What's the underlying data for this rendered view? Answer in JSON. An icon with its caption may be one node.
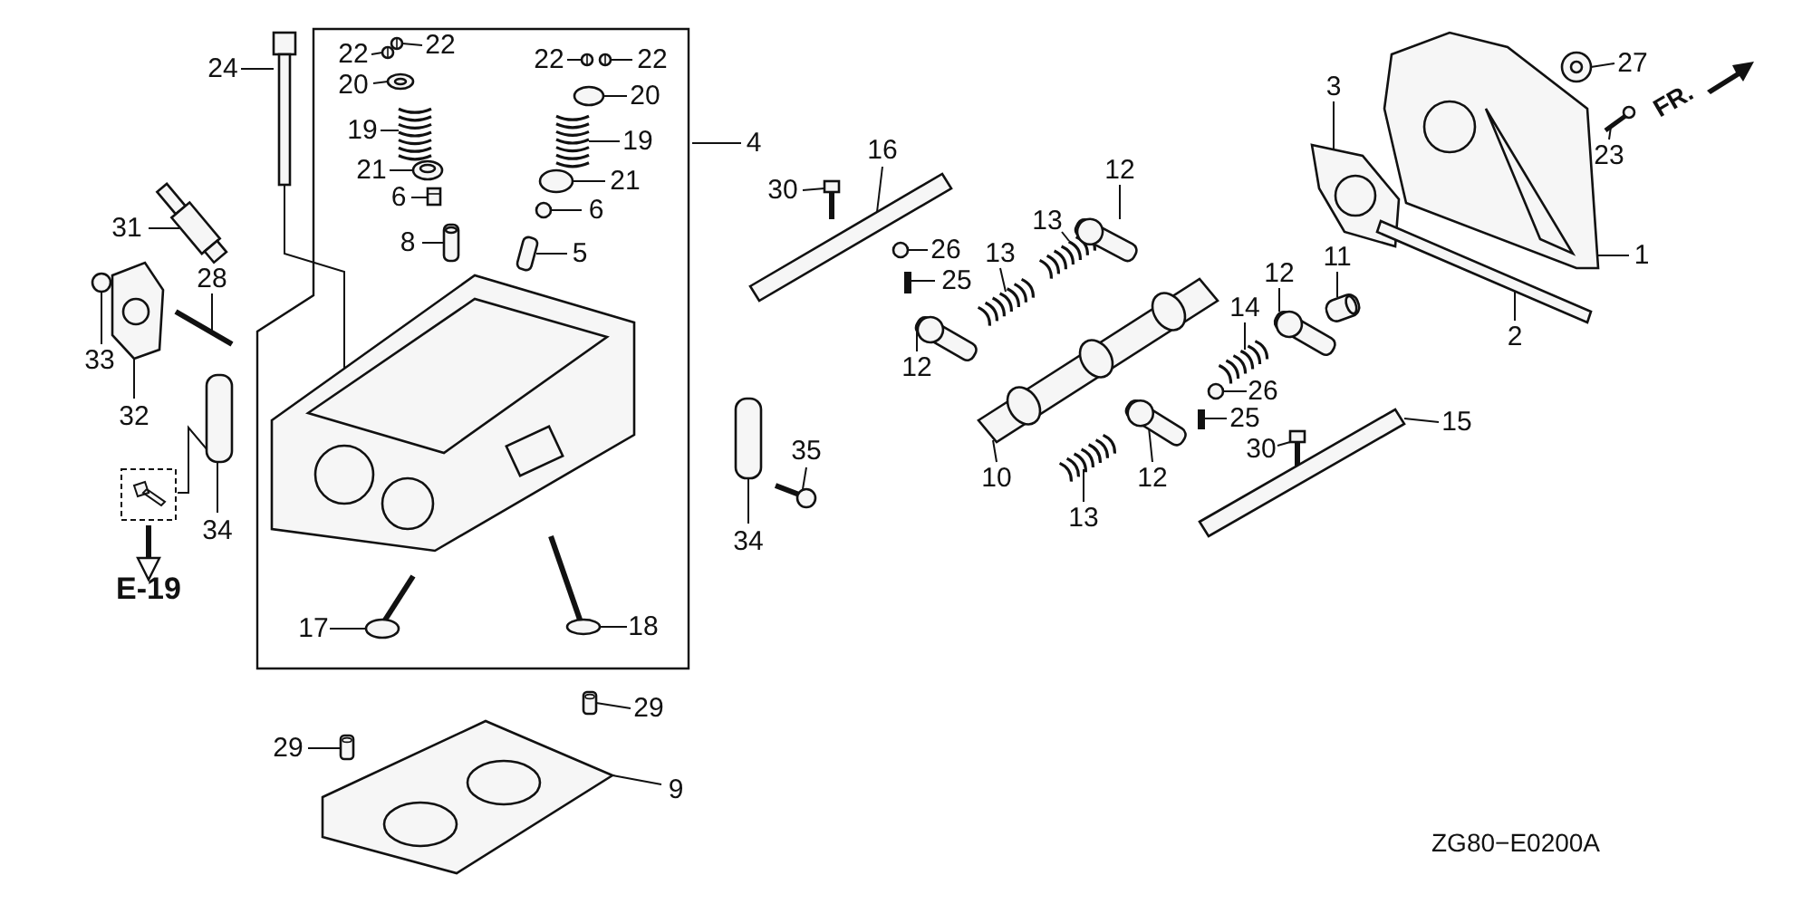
{
  "diagram": {
    "nodes": [
      {
        "text": [],
        "shape": "box"
      },
      {
        "text": [
          "22"
        ],
        "in": 0
      },
      {
        "text": [
          "22"
        ],
        "in": 0
      },
      {
        "text": [
          "22"
        ],
        "in": 0
      },
      {
        "text": [
          "22"
        ],
        "in": 0
      },
      {
        "text": [
          "20"
        ],
        "in": 0
      },
      {
        "text": [
          "20"
        ],
        "in": 0
      },
      {
        "text": [
          "24"
        ]
      },
      {
        "text": [
          "19"
        ],
        "in": 0
      },
      {
        "text": [
          "19"
        ],
        "in": 0
      },
      {
        "text": [
          "4"
        ]
      },
      {
        "text": [
          "21"
        ],
        "in": 0
      },
      {
        "text": [
          "21"
        ],
        "in": 0
      },
      {
        "text": [
          "6"
        ],
        "in": 0
      },
      {
        "text": [
          "6"
        ],
        "in": 0
      },
      {
        "text": [
          "8"
        ],
        "in": 0
      },
      {
        "text": [
          "5"
        ],
        "in": 0
      },
      {
        "text": [
          "31"
        ]
      },
      {
        "text": [
          "28"
        ]
      },
      {
        "text": [
          "33"
        ]
      },
      {
        "text": [
          "32"
        ]
      },
      {
        "text": [
          "34"
        ]
      },
      {
        "text": [],
        "shape": "box"
      },
      {
        "text": [
          "E-19"
        ]
      },
      {
        "text": [
          "17"
        ],
        "in": 0
      },
      {
        "text": [
          "18"
        ],
        "in": 0
      },
      {
        "text": [
          "29"
        ]
      },
      {
        "text": [
          "29"
        ]
      },
      {
        "text": [
          "9"
        ]
      },
      {
        "text": [
          "16"
        ]
      },
      {
        "text": [
          "30"
        ]
      },
      {
        "text": [
          "26"
        ]
      },
      {
        "text": [
          "25"
        ]
      },
      {
        "text": [
          "13"
        ]
      },
      {
        "text": [
          "13"
        ]
      },
      {
        "text": [
          "12"
        ]
      },
      {
        "text": [
          "12"
        ]
      },
      {
        "text": [
          "34"
        ]
      },
      {
        "text": [
          "35"
        ]
      },
      {
        "text": [
          "10"
        ]
      },
      {
        "text": [
          "13"
        ]
      },
      {
        "text": [
          "12"
        ]
      },
      {
        "text": [
          "14"
        ]
      },
      {
        "text": [
          "12"
        ]
      },
      {
        "text": [
          "11"
        ]
      },
      {
        "text": [
          "26"
        ]
      },
      {
        "text": [
          "25"
        ]
      },
      {
        "text": [
          "30"
        ]
      },
      {
        "text": [
          "15"
        ]
      },
      {
        "text": [
          "3"
        ]
      },
      {
        "text": [
          "27"
        ]
      },
      {
        "text": [
          "23"
        ]
      },
      {
        "text": [
          "1"
        ]
      },
      {
        "text": [
          "2"
        ]
      },
      {
        "text": [],
        "shape": "picture",
        "in": 0
      },
      {
        "text": [],
        "shape": "picture",
        "in": 0
      },
      {
        "text": [],
        "shape": "picture",
        "in": 0
      },
      {
        "text": [],
        "shape": "picture",
        "in": 0
      },
      {
        "text": [],
        "shape": "picture",
        "in": 0
      },
      {
        "text": [],
        "shape": "picture",
        "in": 0
      },
      {
        "text": [],
        "shape": "picture",
        "in": 0
      },
      {
        "text": [],
        "shape": "picture"
      },
      {
        "text": [],
        "shape": "picture",
        "in": 0
      },
      {
        "text": [],
        "shape": "picture",
        "in": 0
      },
      {
        "text": [],
        "shape": "picture",
        "in": 0
      },
      {
        "text": [],
        "shape": "picture",
        "in": 0
      },
      {
        "text": [],
        "shape": "picture",
        "in": 0
      },
      {
        "text": [],
        "shape": "picture",
        "in": 0
      },
      {
        "text": [],
        "shape": "picture",
        "in": 0
      },
      {
        "text": [],
        "shape": "picture",
        "in": 0
      },
      {
        "text": [],
        "shape": "picture"
      },
      {
        "text": [],
        "shape": "picture"
      },
      {
        "text": [],
        "shape": "picture"
      },
      {
        "text": [],
        "shape": "picture"
      },
      {
        "text": [],
        "shape": "picture"
      },
      {
        "text": [],
        "shape": "picture",
        "in": 0
      },
      {
        "text": [],
        "shape": "picture",
        "in": 0
      },
      {
        "text": [],
        "shape": "picture"
      },
      {
        "text": [],
        "shape": "picture"
      },
      {
        "text": [],
        "shape": "picture"
      },
      {
        "text": [],
        "shape": "picture"
      },
      {
        "text": [],
        "shape": "picture"
      },
      {
        "text": [],
        "shape": "picture"
      },
      {
        "text": [],
        "shape": "picture"
      },
      {
        "text": [],
        "shape": "picture"
      },
      {
        "text": [],
        "shape": "picture"
      },
      {
        "text": [],
        "shape": "picture"
      },
      {
        "text": [],
        "shape": "picture"
      },
      {
        "text": [],
        "shape": "picture"
      },
      {
        "text": [],
        "shape": "picture"
      },
      {
        "text": [],
        "shape": "picture"
      },
      {
        "text": [],
        "shape": "picture"
      },
      {
        "text": [],
        "shape": "picture"
      },
      {
        "text": [],
        "shape": "picture"
      },
      {
        "text": [],
        "shape": "picture"
      },
      {
        "text": [],
        "shape": "picture"
      },
      {
        "text": [],
        "shape": "picture"
      },
      {
        "text": [],
        "shape": "picture"
      },
      {
        "text": [],
        "shape": "picture"
      },
      {
        "text": [],
        "shape": "picture"
      },
      {
        "text": [],
        "shape": "picture"
      },
      {
        "text": [],
        "shape": "picture"
      },
      {
        "text": [],
        "shape": "picture"
      },
      {
        "text": [],
        "shape": "picture"
      },
      {
        "text": [],
        "shape": "picture"
      }
    ],
    "edges": [
      {
        "from": 1,
        "to": 55,
        "arrow": "none"
      },
      {
        "from": 2,
        "to": 56,
        "arrow": "none"
      },
      {
        "from": 3,
        "to": 57,
        "arrow": "none"
      },
      {
        "from": 4,
        "to": 58,
        "arrow": "none"
      },
      {
        "from": 5,
        "to": 59,
        "arrow": "none"
      },
      {
        "from": 6,
        "to": 60,
        "arrow": "none"
      },
      {
        "from": 7,
        "to": 61,
        "arrow": "none"
      },
      {
        "from": 8,
        "to": 62,
        "arrow": "none"
      },
      {
        "from": 9,
        "to": 63,
        "arrow": "none"
      },
      {
        "from": 10,
        "to": 0,
        "arrow": "none"
      },
      {
        "from": 11,
        "to": 64,
        "arrow": "none"
      },
      {
        "from": 12,
        "to": 65,
        "arrow": "none"
      },
      {
        "from": 13,
        "to": 66,
        "arrow": "none"
      },
      {
        "from": 14,
        "to": 67,
        "arrow": "none"
      },
      {
        "from": 15,
        "to": 68,
        "arrow": "none"
      },
      {
        "from": 16,
        "to": 69,
        "arrow": "none"
      },
      {
        "from": 17,
        "to": 70,
        "arrow": "none"
      },
      {
        "from": 18,
        "to": 71,
        "arrow": "none"
      },
      {
        "from": 19,
        "to": 72,
        "arrow": "none"
      },
      {
        "from": 20,
        "to": 73,
        "arrow": "none"
      },
      {
        "from": 21,
        "to": 74,
        "arrow": "none"
      },
      {
        "from": 22,
        "to": 23,
        "arrow": "to",
        "style": "thick"
      },
      {
        "from": 24,
        "to": 75,
        "arrow": "none"
      },
      {
        "from": 25,
        "to": 76,
        "arrow": "none"
      },
      {
        "from": 26,
        "to": 77,
        "arrow": "none"
      },
      {
        "from": 27,
        "to": 78,
        "arrow": "none"
      },
      {
        "from": 28,
        "to": 79,
        "arrow": "none"
      },
      {
        "from": 29,
        "to": 80,
        "arrow": "none"
      },
      {
        "from": 30,
        "to": 81,
        "arrow": "none"
      },
      {
        "from": 31,
        "to": 82,
        "arrow": "none"
      },
      {
        "from": 32,
        "to": 83,
        "arrow": "none"
      },
      {
        "from": 33,
        "to": 84,
        "arrow": "none"
      },
      {
        "from": 34,
        "to": 85,
        "arrow": "none"
      },
      {
        "from": 35,
        "to": 86,
        "arrow": "none"
      },
      {
        "from": 36,
        "to": 87,
        "arrow": "none"
      },
      {
        "from": 37,
        "to": 88,
        "arrow": "none"
      },
      {
        "from": 38,
        "to": 89,
        "arrow": "none"
      },
      {
        "from": 39,
        "to": 90,
        "arrow": "none"
      },
      {
        "from": 40,
        "to": 91,
        "arrow": "none"
      },
      {
        "from": 41,
        "to": 92,
        "arrow": "none"
      },
      {
        "from": 42,
        "to": 93,
        "arrow": "none"
      },
      {
        "from": 43,
        "to": 94,
        "arrow": "none"
      },
      {
        "from": 44,
        "to": 95,
        "arrow": "none"
      },
      {
        "from": 45,
        "to": 96,
        "arrow": "none"
      },
      {
        "from": 46,
        "to": 97,
        "arrow": "none"
      },
      {
        "from": 47,
        "to": 98,
        "arrow": "none"
      },
      {
        "from": 48,
        "to": 99,
        "arrow": "none"
      },
      {
        "from": 49,
        "to": 100,
        "arrow": "none"
      },
      {
        "from": 50,
        "to": 101,
        "arrow": "none"
      },
      {
        "from": 51,
        "to": 102,
        "arrow": "none"
      },
      {
        "from": 52,
        "to": 103,
        "arrow": "none"
      },
      {
        "from": 53,
        "to": 104,
        "arrow": "none"
      },
      {
        "from": 61,
        "to": 54,
        "arrow": "none"
      },
      {
        "from": 22,
        "to": 74,
        "arrow": "none"
      }
    ],
    "labels": [
      "FR.",
      "ZG80−E0200A"
    ]
  }
}
